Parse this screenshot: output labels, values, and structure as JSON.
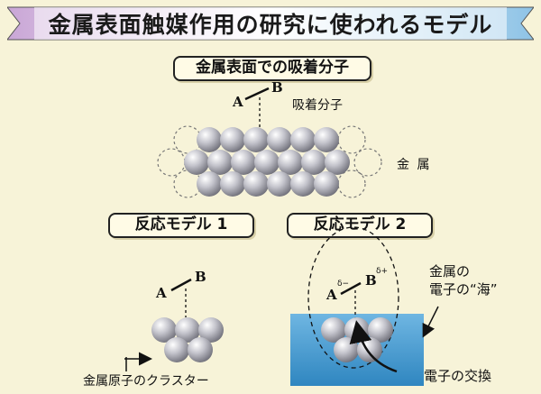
{
  "title": "金属表面触媒作用の研究に使われるモデル",
  "top": {
    "heading": "金属表面での吸着分子",
    "atom_a": "A",
    "atom_b": "B",
    "adsorbed_label": "吸着分子",
    "metal_label": "金 属"
  },
  "model1": {
    "heading": "反応モデル 1",
    "atom_a": "A",
    "atom_b": "B",
    "cluster_label": "金属原子のクラスター"
  },
  "model2": {
    "heading": "反応モデル 2",
    "atom_a": "A",
    "atom_b": "B",
    "delta_a": "δ−",
    "delta_b": "δ+",
    "sea_label_line1": "金属の",
    "sea_label_line2": "電子の“海”",
    "exchange_label": "電子の交換"
  },
  "colors": {
    "background": "#f7f3d8",
    "banner_pink": "#c9a6d6",
    "banner_blue": "#8ec3e6",
    "sea_blue": "#3f9bd0",
    "sphere_gray": "#b9b9c2"
  }
}
